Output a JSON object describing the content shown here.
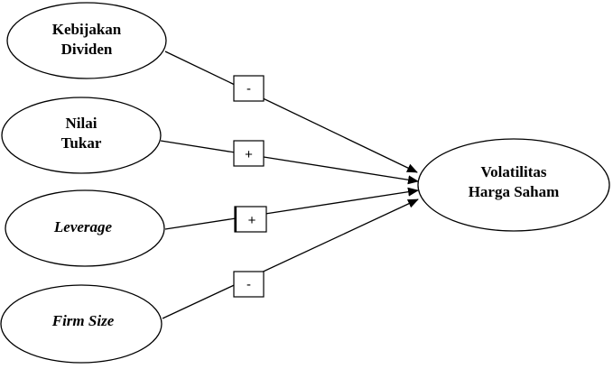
{
  "nodes": {
    "kebijakan_dividen": {
      "line1": "Kebijakan",
      "line2": "Dividen"
    },
    "nilai_tukar": {
      "line1": "Nilai",
      "line2": "Tukar"
    },
    "leverage": {
      "label": "Leverage"
    },
    "firm_size": {
      "label": "Firm Size"
    },
    "volatilitas": {
      "line1": "Volatilitas",
      "line2": "Harga Saham"
    }
  },
  "signs": {
    "kebijakan_dividen": "-",
    "nilai_tukar": "+",
    "leverage": "+",
    "firm_size": "-"
  },
  "colors": {
    "stroke": "#000000",
    "background": "#ffffff"
  }
}
